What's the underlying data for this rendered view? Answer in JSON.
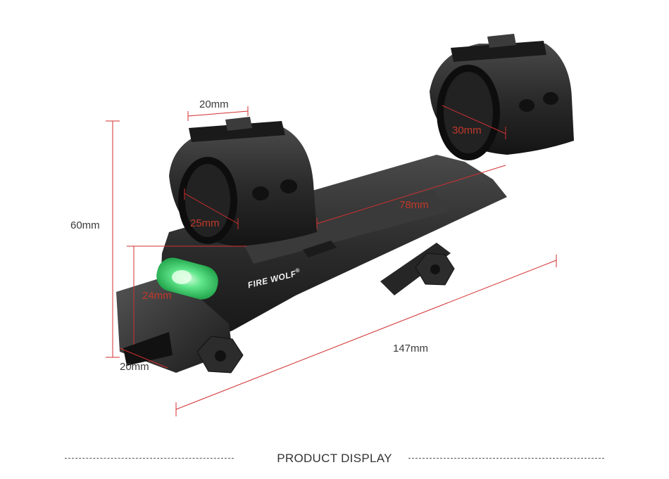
{
  "product": {
    "brand": "FIRE WOLF",
    "registered_mark": "®"
  },
  "dimensions": {
    "ring_width_top": "20mm",
    "ring_diameter_right": "30mm",
    "ring_diameter_left": "25mm",
    "ring_spacing": "78mm",
    "overall_height": "60mm",
    "level_height": "24mm",
    "base_width": "20mm",
    "overall_length": "147mm"
  },
  "footer": {
    "title": "PRODUCT DISPLAY"
  },
  "colors": {
    "dimension_line": "#d32f2f",
    "body_metal": "#2b2b2b",
    "level_green": "#3cd36a"
  }
}
